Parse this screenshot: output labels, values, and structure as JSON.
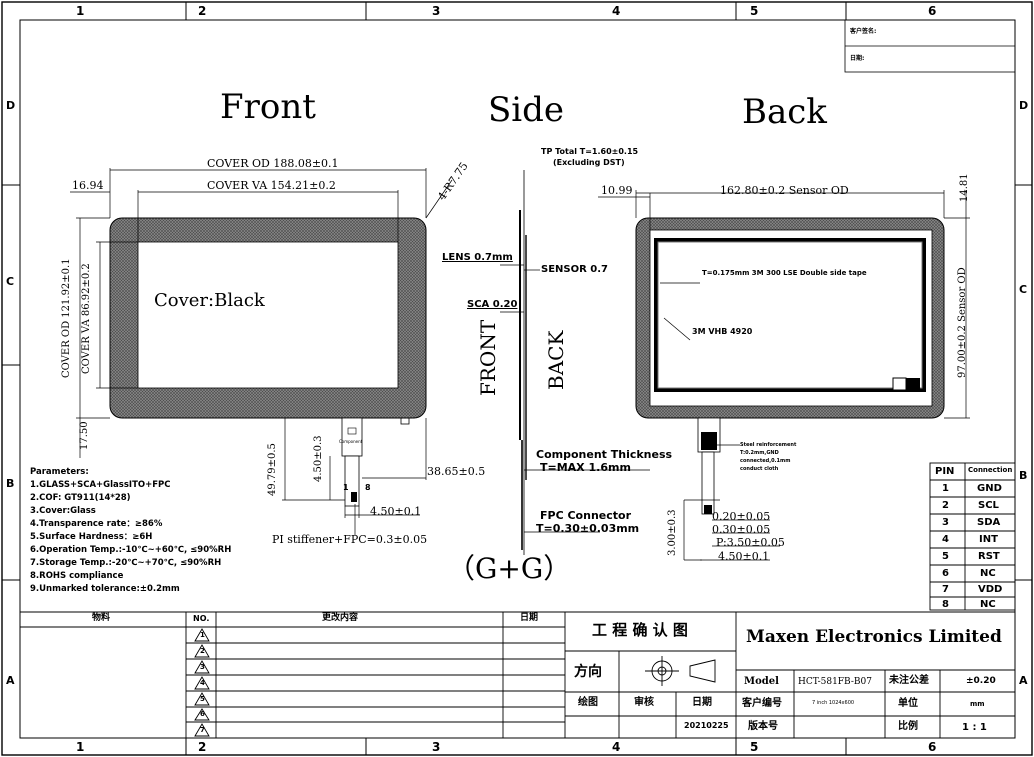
{
  "frame": {
    "col_numbers": [
      "1",
      "2",
      "3",
      "4",
      "5",
      "6"
    ],
    "row_letters": [
      "D",
      "C",
      "B",
      "A"
    ]
  },
  "header_box": {
    "customer_sign": "客户签名:",
    "date": "日期:"
  },
  "view_titles": {
    "front": "Front",
    "side": "Side",
    "back": "Back"
  },
  "front": {
    "cover_od": "COVER OD 188.08±0.1",
    "cover_va": "COVER VA 154.21±0.2",
    "offset_left": "16.94",
    "corner_radius": "4-R7.75",
    "cover_label": "Cover:Black",
    "cover_od_vertical": "COVER OD 121.92±0.1",
    "cover_va_vertical": "COVER VA 86.92±0.2",
    "dim_17_50": "17.50",
    "dim_49_79": "49.79±0.5",
    "dim_4_50_v": "4.50±0.3",
    "dim_38_65": "38.65±0.5",
    "dim_4_50": "4.50±0.1",
    "pin_1": "1",
    "pin_8": "8",
    "component_tag": "Component",
    "pi_stiffener": "PI stiffener+FPC=0.3±0.05"
  },
  "side": {
    "tp_total": "TP Total T=1.60±0.15",
    "excluding": "(Excluding DST)",
    "lens": "LENS 0.7mm",
    "sensor": "SENSOR 0.7",
    "sca": "SCA 0.20",
    "front_label": "FRONT",
    "back_label": "BACK",
    "component_thickness": "Component Thickness",
    "component_thickness_value": "T=MAX 1.6mm",
    "fpc_connector": "FPC Connector",
    "fpc_value": "T=0.30±0.03mm",
    "gg": "（G+G）"
  },
  "back": {
    "offset_left": "10.99",
    "sensor_od": "162.80±0.2 Sensor OD",
    "dim_14_81": "14.81",
    "sensor_od_vertical": "97.00±0.2 Sensor OD",
    "tape": "T=0.175mm 3M 300  LSE Double side tape",
    "vhb": "3M VHB 4920",
    "steel_1": "Steel reinforcement",
    "steel_2": "T:0.2mm,GND",
    "steel_3": "connected,0.1mm",
    "steel_4": "conduct cloth",
    "dim_3_00": "3.00±0.3",
    "dim_0_20": "0.20±0.05",
    "dim_0_30": "0.30±0.05",
    "dim_pitch": "P:3.50±0.05",
    "dim_4_50": "4.50±0.1"
  },
  "parameters": [
    "Parameters:",
    "1.GLASS+SCA+GlassITO+FPC",
    "2.COF: GT911(14*28)",
    "3.Cover:Glass",
    "4.Transparence rate：≥86%",
    "5.Surface Hardness：≥6H",
    "6.Operation Temp.:-10℃~+60℃, ≤90%RH",
    "7.Storage Temp.:-20℃~+70℃, ≤90%RH",
    "8.ROHS compliance",
    "9.Unmarked tolerance:±0.2mm"
  ],
  "pin_table": {
    "headers": [
      "PIN",
      "Connection"
    ],
    "rows": [
      [
        "1",
        "GND"
      ],
      [
        "2",
        "SCL"
      ],
      [
        "3",
        "SDA"
      ],
      [
        "4",
        "INT"
      ],
      [
        "5",
        "RST"
      ],
      [
        "6",
        "NC"
      ],
      [
        "7",
        "VDD"
      ],
      [
        "8",
        "NC"
      ]
    ]
  },
  "title_block": {
    "rev_headers": [
      "物料",
      "NO.",
      "更改内容",
      "日期"
    ],
    "rev_numbers": [
      "1",
      "2",
      "3",
      "4",
      "5",
      "6",
      "7"
    ],
    "eng_confirm": "工 程 确 认 图",
    "direction": "方向",
    "drawn": "绘图",
    "review": "审核",
    "date_label": "日期",
    "date_value": "20210225",
    "company": "Maxen Electronics Limited",
    "model_label": "Model",
    "model_value": "HCT-581FB-B07",
    "customer_no": "客户编号",
    "customer_no_value": "7 inch 1024x600",
    "version": "版本号",
    "tolerance_label": "未注公差",
    "tolerance_value": "±0.20",
    "unit_label": "单位",
    "unit_value": "mm",
    "scale_label": "比例",
    "scale_value": "1 : 1"
  }
}
